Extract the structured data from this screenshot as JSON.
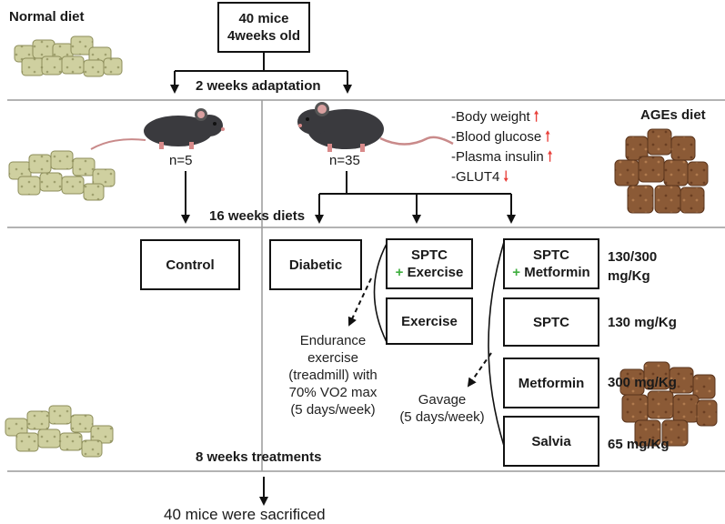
{
  "header": {
    "start_box_line1": "40 mice",
    "start_box_line2": "4weeks old",
    "normal_diet": "Normal diet",
    "adaptation": "2 weeks adaptation"
  },
  "middle": {
    "control_count": "n=5",
    "diet_count": "n=35",
    "ages_diet": "AGEs diet",
    "diet_period": "16 weeks diets",
    "effects": [
      {
        "label": "-Body weight",
        "direction": "up"
      },
      {
        "label": "-Blood glucose",
        "direction": "up"
      },
      {
        "label": "-Plasma insulin",
        "direction": "up"
      },
      {
        "label": "-GLUT4",
        "direction": "down"
      }
    ]
  },
  "groups": {
    "control": "Control",
    "diabetic": "Diabetic",
    "sptc_exercise_l1": "SPTC",
    "sptc_exercise_l2": "Exercise",
    "exercise": "Exercise",
    "sptc_metformin_l1": "SPTC",
    "sptc_metformin_l2": "Metformin",
    "sptc": "SPTC",
    "metformin": "Metformin",
    "salvia": "Salvia"
  },
  "doses": {
    "sptc_metformin_l1": "130/300",
    "sptc_metformin_l2": "mg/Kg",
    "sptc": "130 mg/Kg",
    "metformin": "300 mg/Kg",
    "salvia": "65 mg/Kg"
  },
  "notes": {
    "exercise_lines": [
      "Endurance",
      "exercise",
      "(treadmill) with",
      "70% VO2 max",
      "(5 days/week)"
    ],
    "gavage_lines": [
      "Gavage",
      "(5 days/week)"
    ]
  },
  "footer": {
    "treatment_period": "8 weeks treatments",
    "outcome": "40 mice were sacrificed"
  },
  "colors": {
    "arrow_up": "#e8403a",
    "arrow_down": "#e8403a",
    "plus": "#3fae3f",
    "divider": "#9a9a9a",
    "normal_pellet": "#c9c99a",
    "ages_pellet": "#8a5a3a"
  }
}
